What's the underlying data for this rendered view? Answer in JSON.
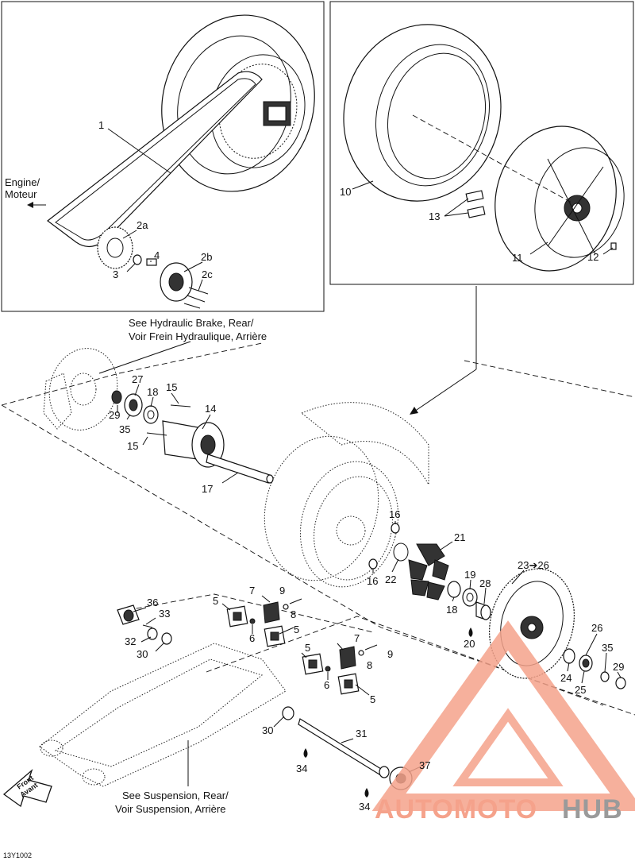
{
  "callouts": {
    "c1": "1",
    "c2a": "2a",
    "c2b": "2b",
    "c2c": "2c",
    "c3": "3",
    "c4": "4",
    "c5a": "5",
    "c5b": "5",
    "c5c": "5",
    "c5d": "5",
    "c6a": "6",
    "c6b": "6",
    "c7a": "7",
    "c7b": "7",
    "c8a": "8",
    "c8b": "8",
    "c9a": "9",
    "c9b": "9",
    "c10": "10",
    "c11": "11",
    "c12": "12",
    "c13": "13",
    "c14": "14",
    "c15a": "15",
    "c15b": "15",
    "c16a": "16",
    "c16b": "16",
    "c17": "17",
    "c18a": "18",
    "c18b": "18",
    "c19": "19",
    "c20": "20",
    "c21": "21",
    "c22": "22",
    "c23": "23➔26",
    "c24": "24",
    "c25": "25",
    "c26": "26",
    "c27": "27",
    "c28": "28",
    "c29a": "29",
    "c29b": "29",
    "c30a": "30",
    "c30b": "30",
    "c31": "31",
    "c32": "32",
    "c33": "33",
    "c34a": "34",
    "c34b": "34",
    "c35a": "35",
    "c35b": "35",
    "c36": "36",
    "c37": "37"
  },
  "notes": {
    "engine_1": "Engine/",
    "engine_2": "Moteur",
    "brake_1": "See Hydraulic Brake, Rear/",
    "brake_2": "Voir Frein Hydraulique, Arrière",
    "susp_1": "See Suspension, Rear/",
    "susp_2": "Voir Suspension, Arrière",
    "front_1": "Front",
    "front_2": "Avant",
    "drawing_code": "13Y1002"
  },
  "watermark": {
    "part_a": "AUTOMOTO",
    "part_b": "HUB",
    "color_a": "#f5a28b",
    "color_b": "#9a9a9a"
  }
}
